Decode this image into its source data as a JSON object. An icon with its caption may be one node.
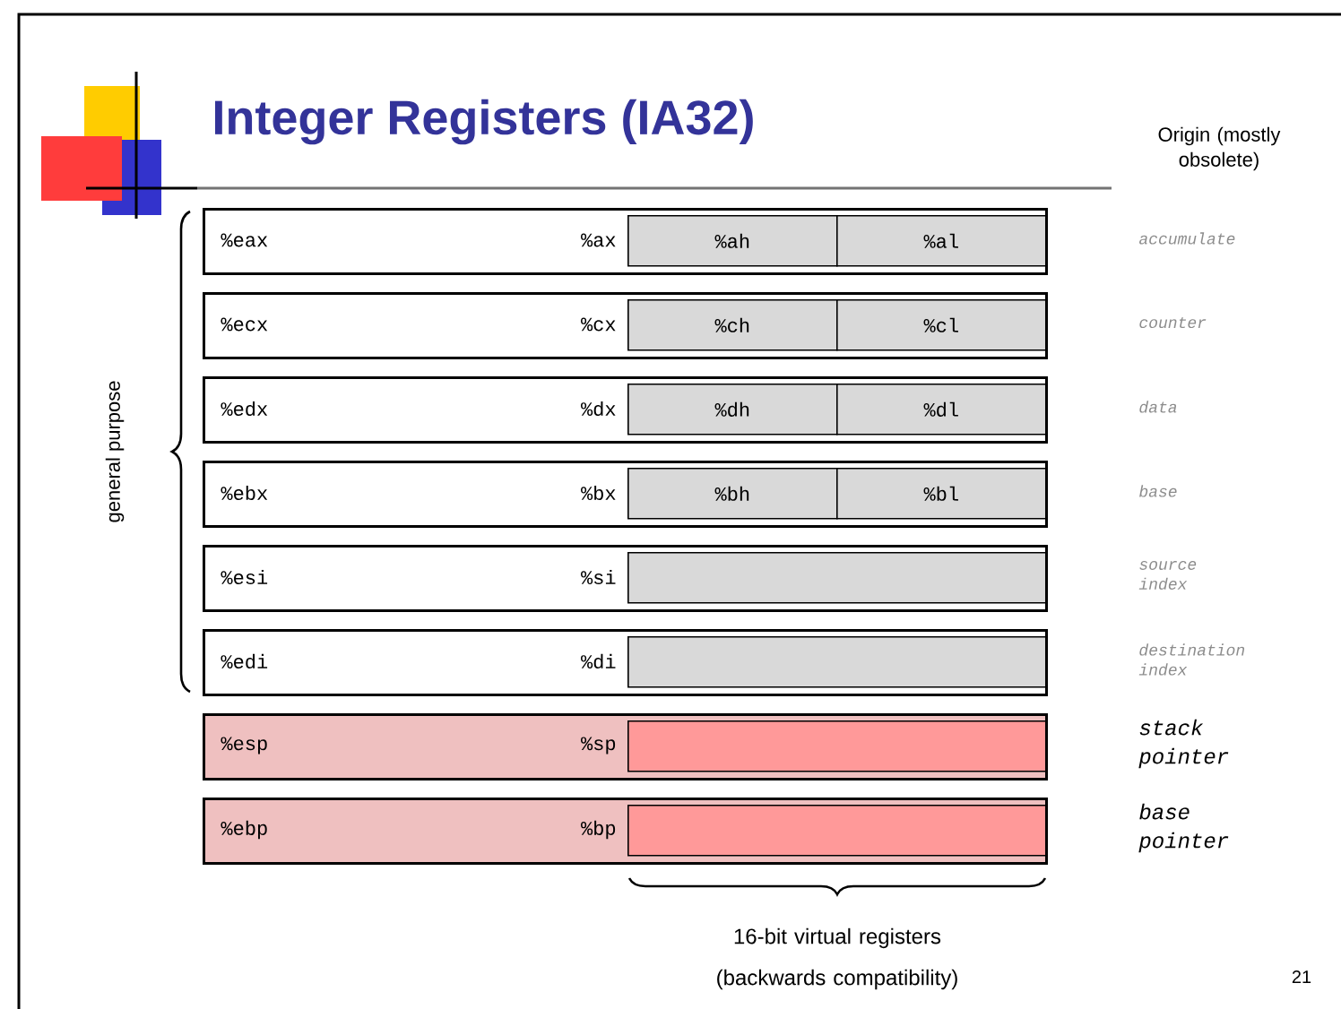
{
  "diagram": {
    "title": "Integer Registers (IA32)",
    "nodes": [
      {
        "text": [
          "%eax",
          "%ax"
        ]
      },
      {
        "text": [
          "%ah"
        ],
        "in": 0
      },
      {
        "text": [
          "%al"
        ],
        "in": 0
      },
      {
        "text": [
          "%ecx",
          "%cx"
        ]
      },
      {
        "text": [
          "%ch"
        ],
        "in": 3
      },
      {
        "text": [
          "%cl"
        ],
        "in": 3
      },
      {
        "text": [
          "%edx",
          "%dx"
        ]
      },
      {
        "text": [
          "%dh"
        ],
        "in": 6
      },
      {
        "text": [
          "%dl"
        ],
        "in": 6
      },
      {
        "text": [
          "%ebx",
          "%bx"
        ]
      },
      {
        "text": [
          "%bh"
        ],
        "in": 9
      },
      {
        "text": [
          "%bl"
        ],
        "in": 9
      },
      {
        "text": [
          "%esi",
          "%si"
        ]
      },
      {
        "text": [],
        "shape": "box",
        "in": 12
      },
      {
        "text": [
          "%edi",
          "%di"
        ]
      },
      {
        "text": [],
        "shape": "box",
        "in": 14
      },
      {
        "text": [
          "%esp",
          "%sp"
        ]
      },
      {
        "text": [],
        "shape": "box",
        "in": 16
      },
      {
        "text": [
          "%ebp",
          "%bp"
        ]
      },
      {
        "text": [],
        "shape": "box",
        "in": 18
      }
    ],
    "labels": [
      "Origin (mostly obsolete)",
      "accumulate",
      "counter",
      "data",
      "base",
      "source index",
      "destination index",
      "stack pointer",
      "base pointer",
      "general purpose",
      "16-bit virtual registers (backwards compatibility)",
      "21"
    ]
  }
}
